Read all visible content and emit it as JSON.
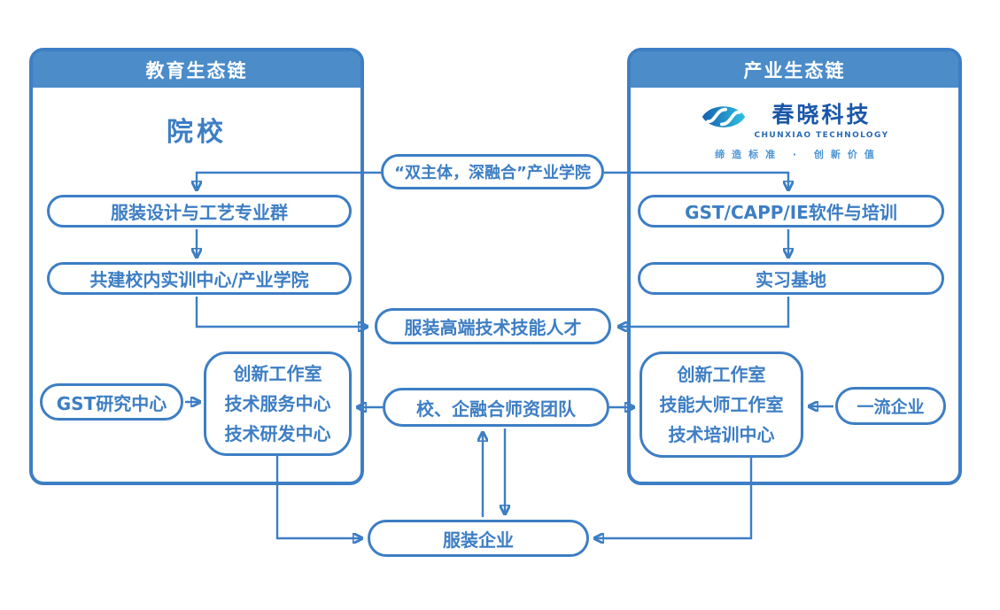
{
  "colors": {
    "accent": "#3d7ec4",
    "header_bg": "#4b8cc9",
    "logo_dark": "#1a57a9",
    "logo_light": "#2fc0e3",
    "tagline": "#4a93d6"
  },
  "left_panel": {
    "header": "教育生态链",
    "title": "院校",
    "box1": "服装设计与工艺专业群",
    "box2": "共建校内实训中心/产业学院",
    "gst_center": "GST研究中心",
    "multi": [
      "创新工作室",
      "技术服务中心",
      "技术研发中心"
    ]
  },
  "right_panel": {
    "header": "产业生态链",
    "logo": {
      "name": "春晓科技",
      "subtitle": "CHUNXIAO TECHNOLOGY",
      "tagline": "缔造标准 · 创新价值"
    },
    "box1": "GST/CAPP/IE软件与培训",
    "box2": "实习基地",
    "multi": [
      "创新工作室",
      "技能大师工作室",
      "技术培训中心"
    ],
    "first_class": "一流企业"
  },
  "middle": {
    "industry_college": "“双主体，深融合”产业学院",
    "talent": "服装高端技术技能人才",
    "faculty": "校、企融合师资团队",
    "enterprise": "服装企业"
  }
}
